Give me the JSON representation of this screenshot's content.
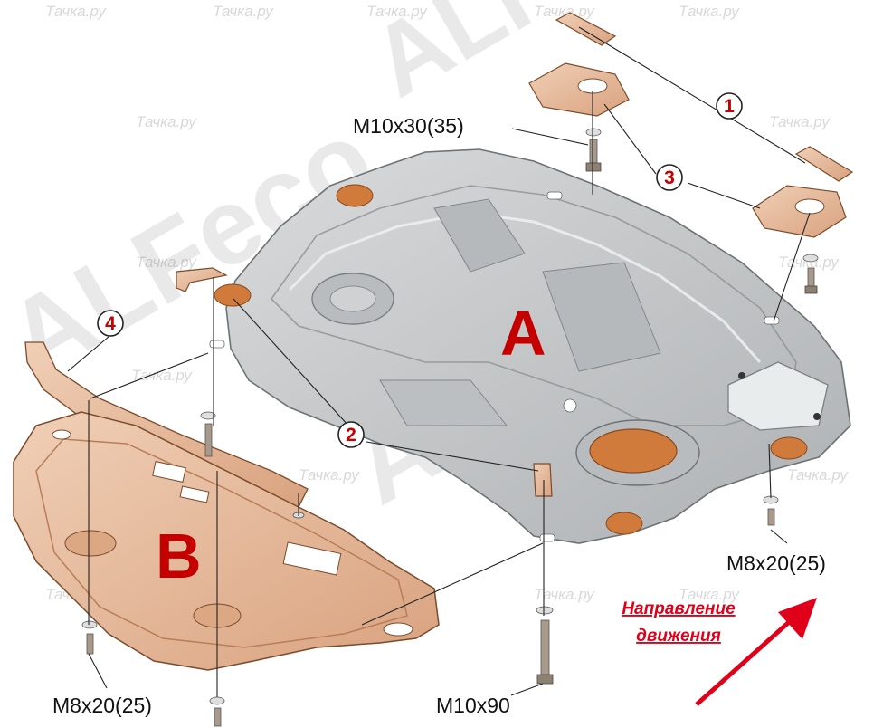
{
  "watermarks": {
    "site": "Тачка.ру",
    "brand": "ALFeco"
  },
  "parts": {
    "a": "A",
    "b": "B"
  },
  "callouts": [
    "1",
    "2",
    "3",
    "4"
  ],
  "fasteners": {
    "top": "M10x30(35)",
    "right": "M8x20(25)",
    "bottom_left": "M8x20(25)",
    "bottom_center": "M10x90"
  },
  "direction": {
    "line1": "Направление",
    "line2": "движения"
  },
  "colors": {
    "steel": "#c4c6c7",
    "bronze": "#e6b99b",
    "pad": "#d07a3c",
    "accent": "#c40000",
    "arrow": "#e0001a"
  }
}
